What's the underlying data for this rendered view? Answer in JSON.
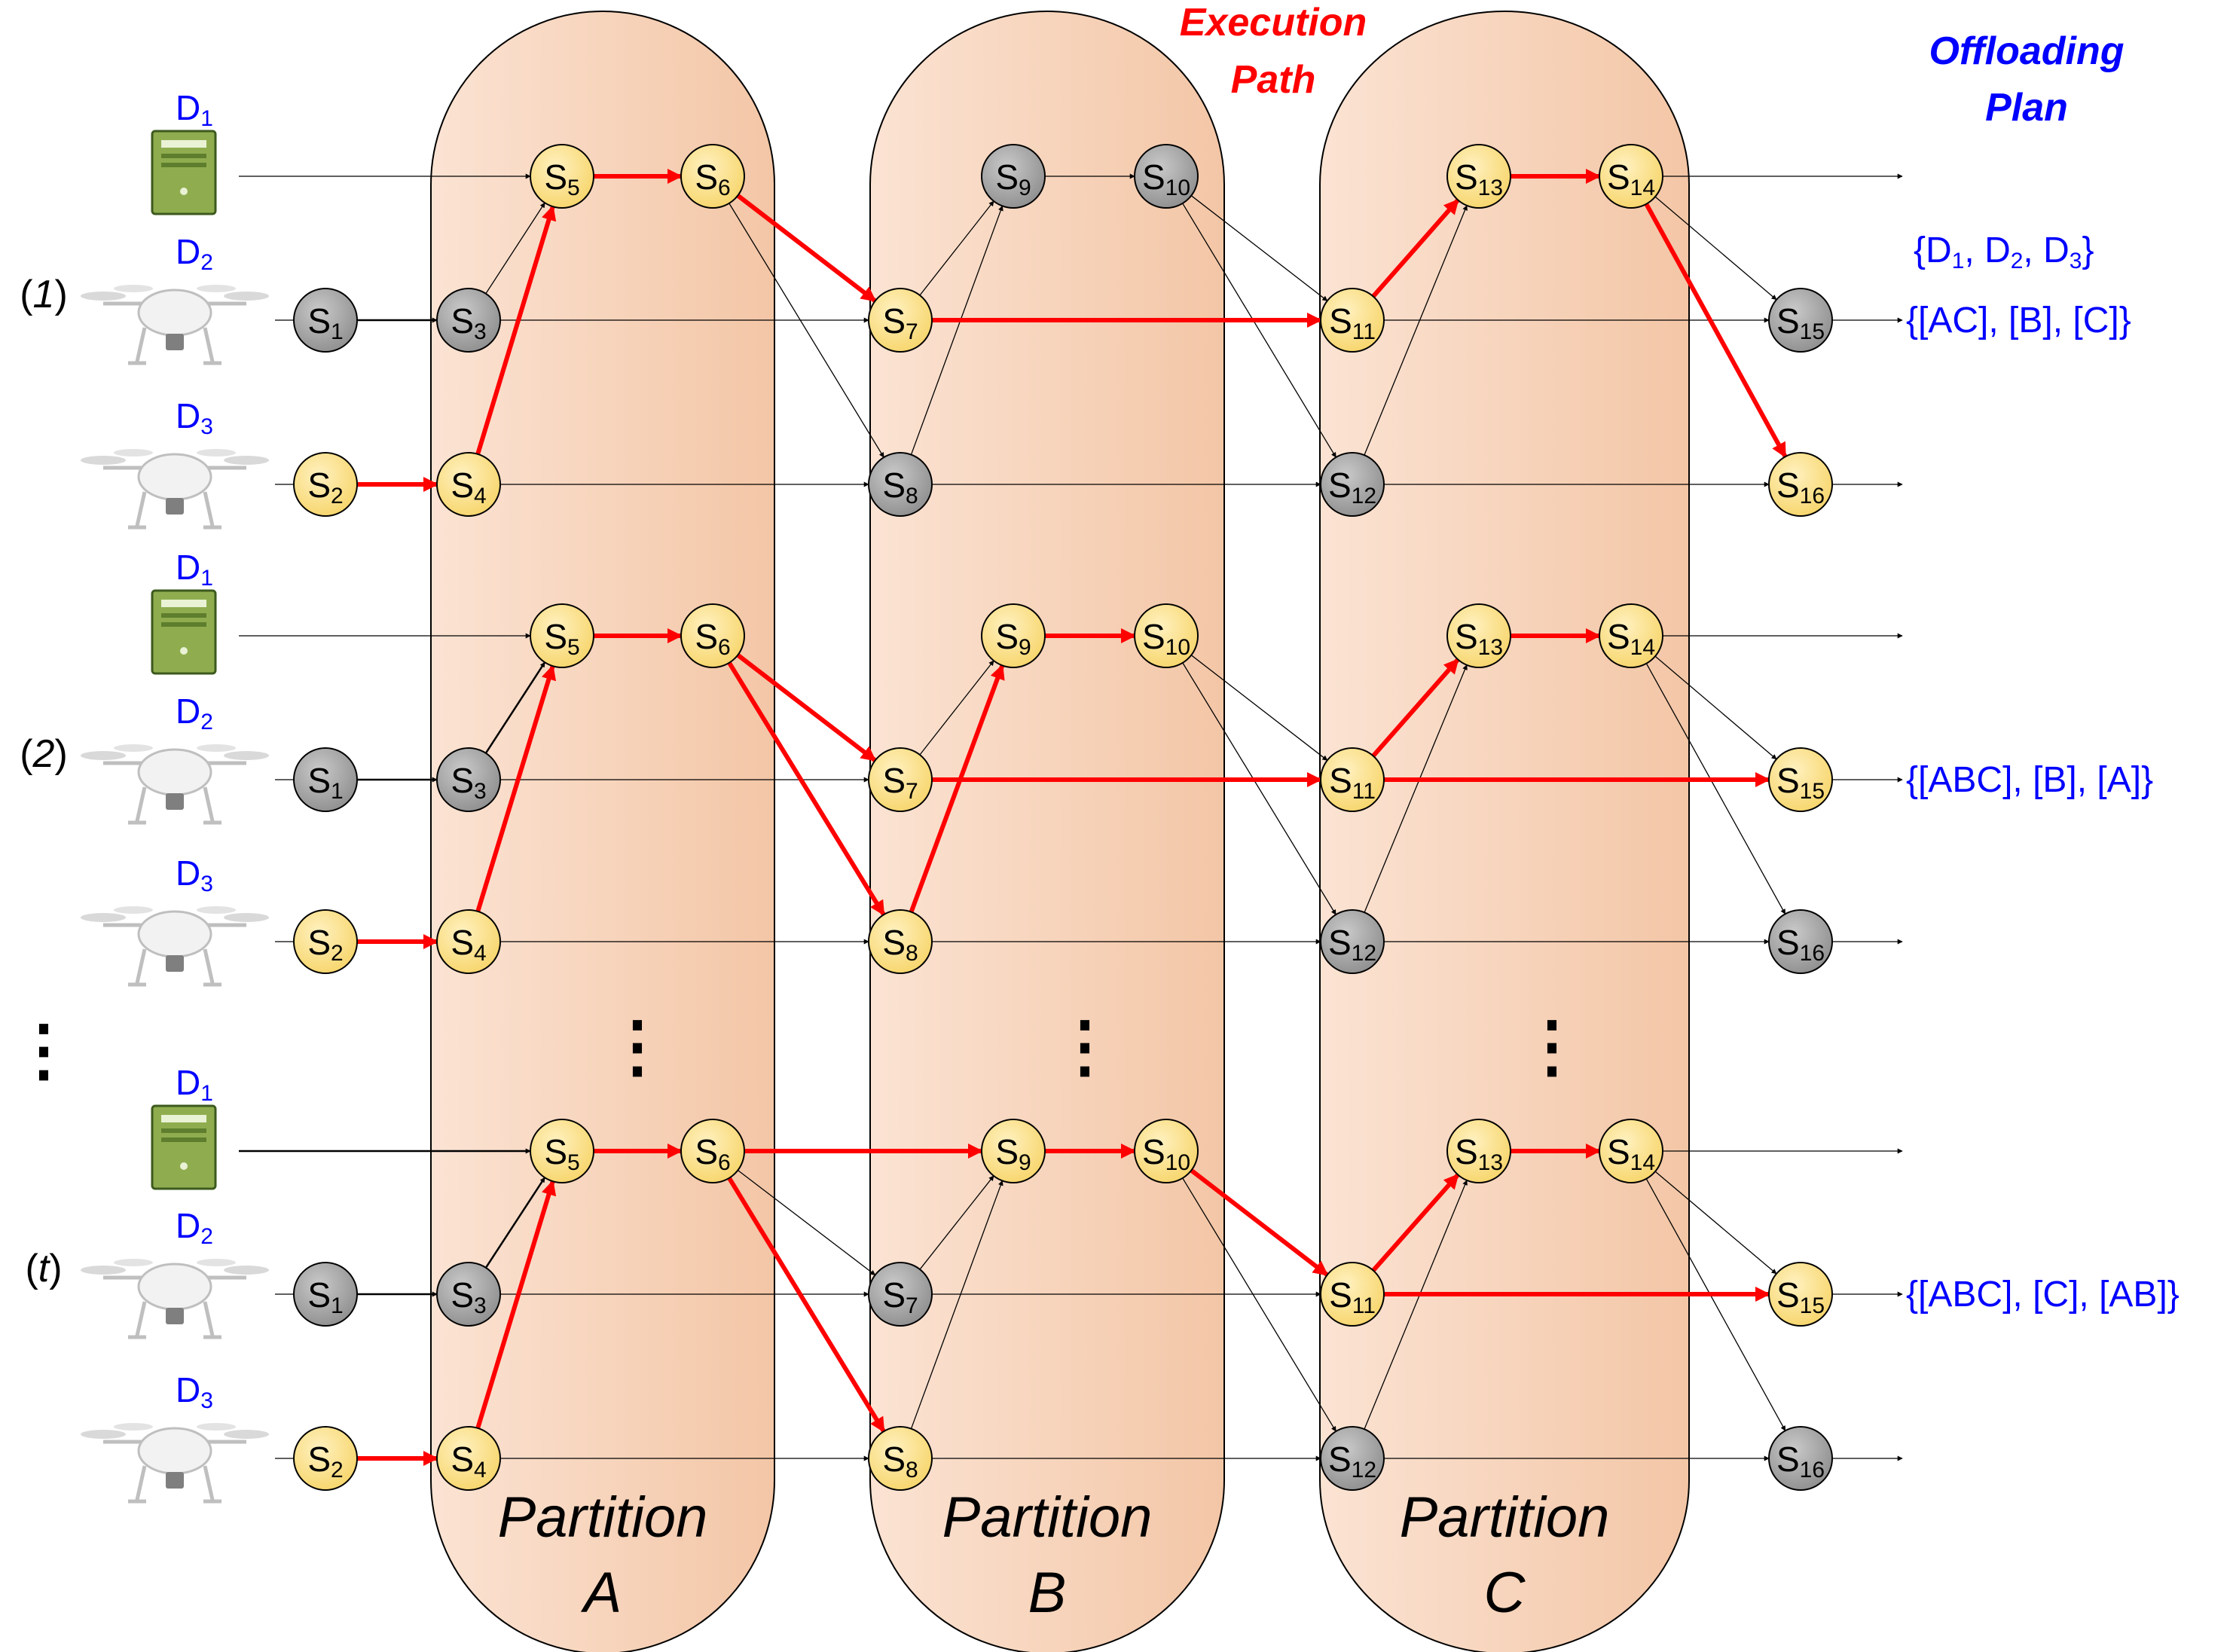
{
  "header": {
    "execution_path": [
      "Execution",
      "Path"
    ],
    "offloading_plan": [
      "Offloading",
      "Plan"
    ]
  },
  "partitions": [
    {
      "word": "Partition",
      "letter": "A"
    },
    {
      "word": "Partition",
      "letter": "B"
    },
    {
      "word": "Partition",
      "letter": "C"
    }
  ],
  "device_header": {
    "open": "{D",
    "subs": [
      "1",
      "2",
      "3"
    ],
    "close": "}"
  },
  "colors": {
    "active_node": "#FFE38A",
    "inactive_node": "#A6A6A6",
    "execution_path": "#FF0000",
    "plan_text": "#0000FF",
    "partition_fill": "#F6CBAE",
    "server_icon": "#8FAD4F"
  },
  "dots_glyph": "⋮",
  "rows": [
    {
      "label": [
        "(",
        "1",
        ")"
      ],
      "devices": [
        {
          "letter": "D",
          "sub": "1",
          "icon": "server-icon"
        },
        {
          "letter": "D",
          "sub": "2",
          "icon": "drone-icon"
        },
        {
          "letter": "D",
          "sub": "3",
          "icon": "drone-icon"
        }
      ],
      "plan": "{[AC], [B], [C]}",
      "active": [
        "2",
        "4",
        "5",
        "6",
        "7",
        "11",
        "13",
        "14",
        "16"
      ]
    },
    {
      "label": [
        "(",
        "2",
        ")"
      ],
      "devices": [
        {
          "letter": "D",
          "sub": "1",
          "icon": "server-icon"
        },
        {
          "letter": "D",
          "sub": "2",
          "icon": "drone-icon"
        },
        {
          "letter": "D",
          "sub": "3",
          "icon": "drone-icon"
        }
      ],
      "plan": "{[ABC], [B], [A]}",
      "active": [
        "2",
        "4",
        "5",
        "6",
        "7",
        "8",
        "9",
        "10",
        "11",
        "13",
        "14",
        "15"
      ]
    },
    {
      "label": [
        "(",
        "t",
        ")"
      ],
      "devices": [
        {
          "letter": "D",
          "sub": "1",
          "icon": "server-icon"
        },
        {
          "letter": "D",
          "sub": "2",
          "icon": "drone-icon"
        },
        {
          "letter": "D",
          "sub": "3",
          "icon": "drone-icon"
        }
      ],
      "plan": "{[ABC], [C], [AB]}",
      "active": [
        "2",
        "4",
        "5",
        "6",
        "8",
        "9",
        "10",
        "11",
        "13",
        "14",
        "15"
      ]
    }
  ],
  "node_letter": "S",
  "nodes": [
    "1",
    "2",
    "3",
    "4",
    "5",
    "6",
    "7",
    "8",
    "9",
    "10",
    "11",
    "12",
    "13",
    "14",
    "15",
    "16"
  ]
}
